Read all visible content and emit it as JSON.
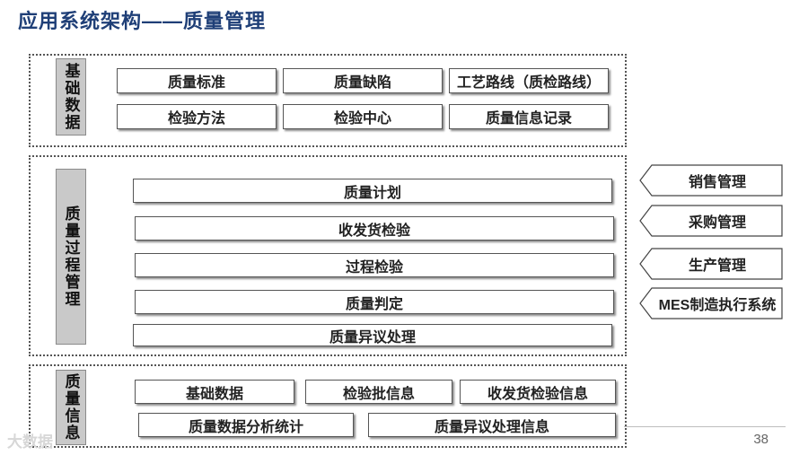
{
  "title": "应用系统架构——质量管理",
  "basic_data": {
    "label": "基础数据",
    "items": [
      "质量标准",
      "质量缺陷",
      "工艺路线（质检路线）",
      "检验方法",
      "检验中心",
      "质量信息记录"
    ]
  },
  "process": {
    "label": "质量过程管理",
    "items": [
      "质量计划",
      "收发货检验",
      "过程检验",
      "质量判定",
      "质量异议处理"
    ]
  },
  "info": {
    "label": "质量信息",
    "items": [
      "基础数据",
      "检验批信息",
      "收发货检验信息",
      "质量数据分析统计",
      "质量异议处理信息"
    ]
  },
  "external": [
    "销售管理",
    "采购管理",
    "生产管理",
    "MES制造执行系统"
  ],
  "page_number": "38",
  "watermark": "大数据"
}
